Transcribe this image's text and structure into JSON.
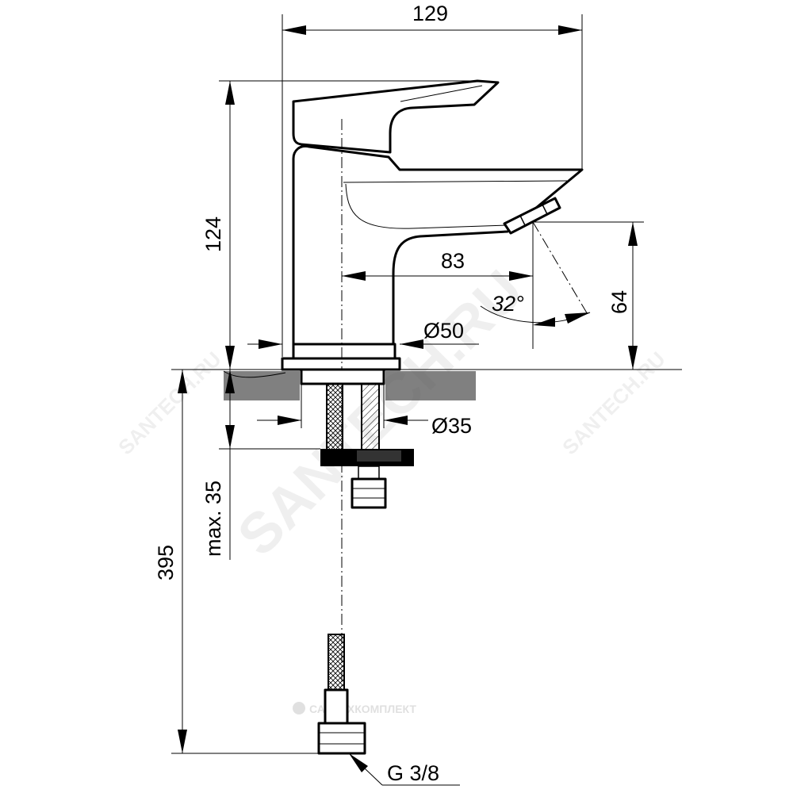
{
  "dimensions": {
    "overall_width": "129",
    "height": "124",
    "spout_reach": "83",
    "outlet_height": "64",
    "spray_angle": "32°",
    "base_diameter": "Ø50",
    "hole_diameter": "Ø35",
    "max_deck_thickness": "max. 35",
    "hose_length": "395",
    "connection_thread": "G 3/8"
  },
  "watermarks": {
    "main": "SANTECH.RU",
    "side_left": "SANTECH.RU",
    "side_right": "SANTECH.RU",
    "footer": "САНТЕХКОМПЛЕКТ"
  }
}
